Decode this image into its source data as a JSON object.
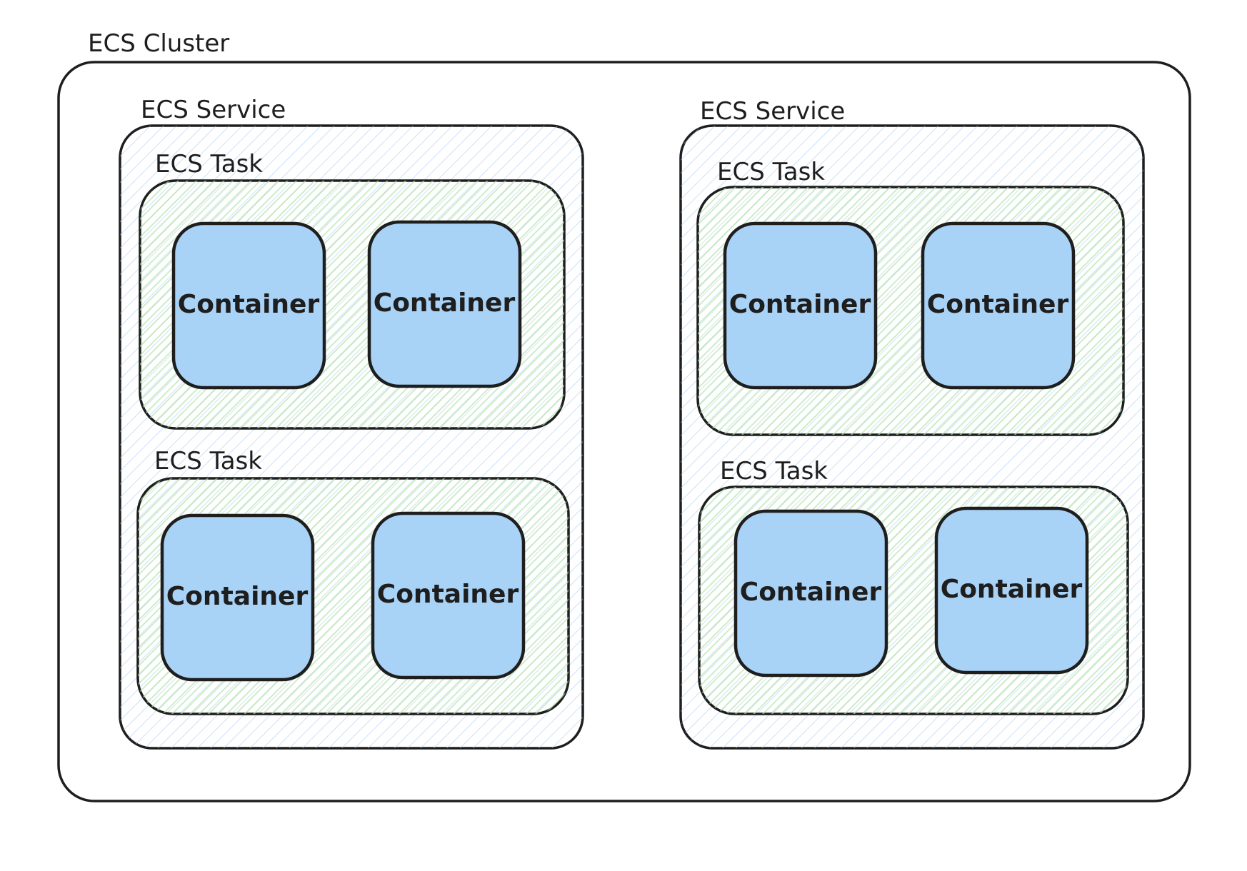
{
  "diagram": {
    "cluster": {
      "label": "ECS Cluster",
      "services": [
        {
          "label": "ECS Service",
          "tasks": [
            {
              "label": "ECS Task",
              "containers": [
                "Container",
                "Container"
              ]
            },
            {
              "label": "ECS Task",
              "containers": [
                "Container",
                "Container"
              ]
            }
          ]
        },
        {
          "label": "ECS Service",
          "tasks": [
            {
              "label": "ECS Task",
              "containers": [
                "Container",
                "Container"
              ]
            },
            {
              "label": "ECS Task",
              "containers": [
                "Container",
                "Container"
              ]
            }
          ]
        }
      ]
    },
    "colors": {
      "stroke": "#1e1e1e",
      "cluster_hatch": "#a5c8ef",
      "service_hatch_green": "#b2e2a8",
      "task_hatch_red": "#f2b8b8",
      "container_fill": "#a9d2f7"
    }
  }
}
